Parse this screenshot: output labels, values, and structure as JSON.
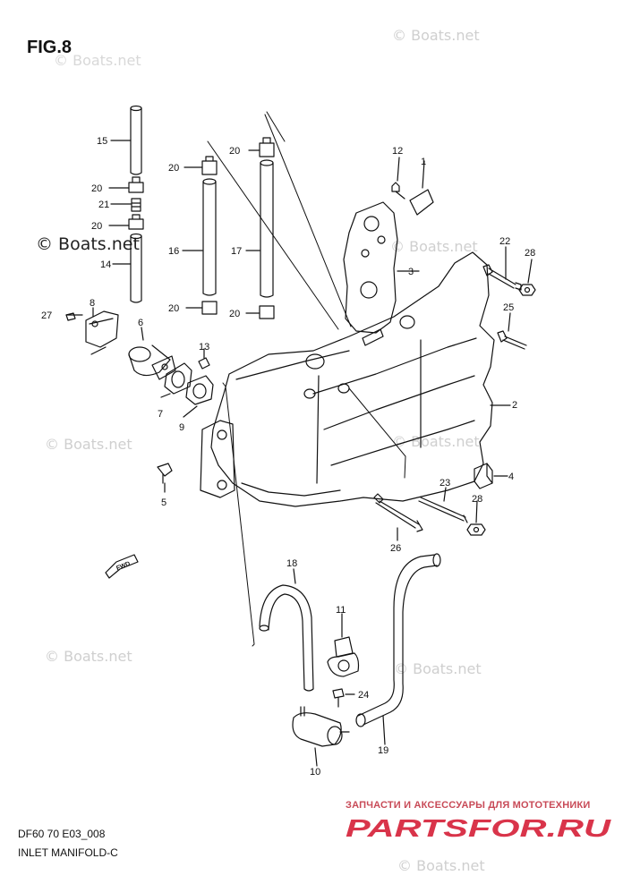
{
  "figure_title": "FIG.8",
  "footer": {
    "code": "DF60 70 E03_008",
    "name": "INLET MANIFOLD-C"
  },
  "watermark": "© Boats.net",
  "promo": {
    "tagline": "ЗАПЧАСТИ И АКСЕССУАРЫ ДЛЯ МОТОТЕХНИКИ",
    "brand": "PARTSFOR.RU",
    "color": "#d9344a"
  },
  "direction_marker": "FWD",
  "part_labels": {
    "p1": "1",
    "p2": "2",
    "p3": "3",
    "p4": "4",
    "p5": "5",
    "p6": "6",
    "p7": "7",
    "p8": "8",
    "p9": "9",
    "p10": "10",
    "p11": "11",
    "p12": "12",
    "p13": "13",
    "p14": "14",
    "p15": "15",
    "p16": "16",
    "p17": "17",
    "p18": "18",
    "p19": "19",
    "p20": "20",
    "p21": "21",
    "p22": "22",
    "p23": "23",
    "p24": "24",
    "p25": "25",
    "p26": "26",
    "p27": "27",
    "p28": "28"
  }
}
